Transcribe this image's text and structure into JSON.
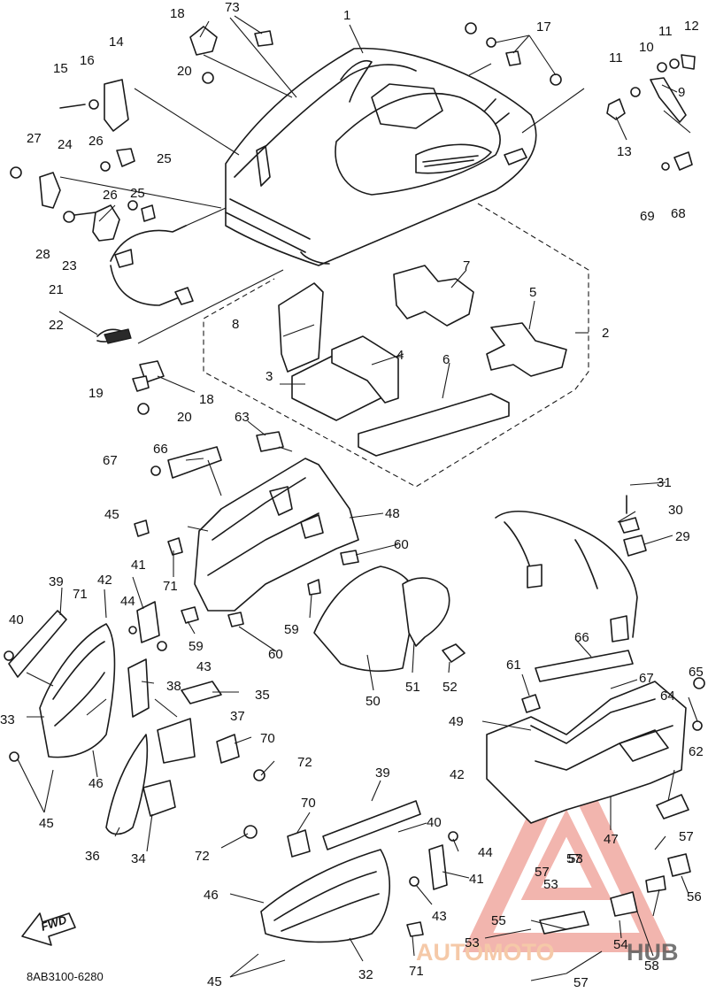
{
  "diagram_code": "8AB3100-6280",
  "direction_marker": "FWD",
  "watermark": {
    "brand_part1": "AUTOMOTO",
    "brand_part2": "HUB",
    "color_primary": "#f0a8a0",
    "color_accent": "#e84a3c",
    "color_text": "#f5c9a8"
  },
  "callouts": [
    "1",
    "2",
    "3",
    "4",
    "5",
    "6",
    "7",
    "8",
    "9",
    "10",
    "11",
    "11",
    "12",
    "13",
    "14",
    "15",
    "16",
    "17",
    "18",
    "18",
    "19",
    "20",
    "20",
    "21",
    "22",
    "23",
    "24",
    "25",
    "25",
    "26",
    "26",
    "27",
    "28",
    "29",
    "30",
    "31",
    "32",
    "33",
    "34",
    "35",
    "36",
    "37",
    "38",
    "39",
    "39",
    "40",
    "40",
    "41",
    "41",
    "42",
    "42",
    "43",
    "43",
    "44",
    "44",
    "45",
    "45",
    "45",
    "46",
    "46",
    "47",
    "48",
    "49",
    "50",
    "51",
    "52",
    "53",
    "53",
    "53",
    "54",
    "55",
    "56",
    "57",
    "57",
    "57",
    "57",
    "58",
    "59",
    "59",
    "60",
    "60",
    "61",
    "62",
    "63",
    "64",
    "65",
    "66",
    "66",
    "67",
    "67",
    "68",
    "69",
    "70",
    "70",
    "71",
    "71",
    "71",
    "72",
    "72",
    "73"
  ]
}
